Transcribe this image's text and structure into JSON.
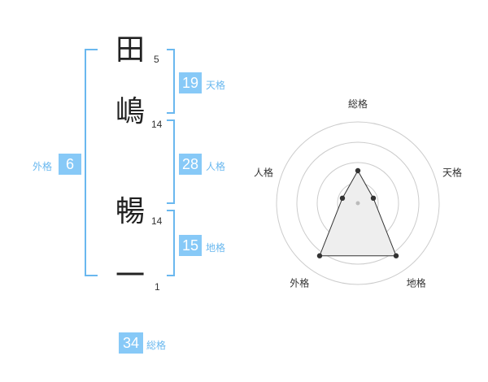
{
  "chars": [
    {
      "char": "田",
      "strokes": "5"
    },
    {
      "char": "嶋",
      "strokes": "14"
    },
    {
      "char": "暢",
      "strokes": "14"
    },
    {
      "char": "一",
      "strokes": "1"
    }
  ],
  "kaku": {
    "tenkaku": {
      "value": "19",
      "label": "天格"
    },
    "jinkaku": {
      "value": "28",
      "label": "人格"
    },
    "chikaku": {
      "value": "15",
      "label": "地格"
    },
    "gaikaku": {
      "value": "6",
      "label": "外格"
    },
    "soukaku": {
      "value": "34",
      "label": "総格"
    }
  },
  "colors": {
    "accent": "#87c9f7",
    "bracket": "#6ab8ef",
    "fill": "#eeeeee"
  },
  "chart_data": {
    "type": "radar",
    "axes": [
      "総格",
      "天格",
      "地格",
      "外格",
      "人格"
    ],
    "values": [
      2,
      1,
      4,
      4,
      1
    ],
    "max": 5,
    "rings": 4
  }
}
